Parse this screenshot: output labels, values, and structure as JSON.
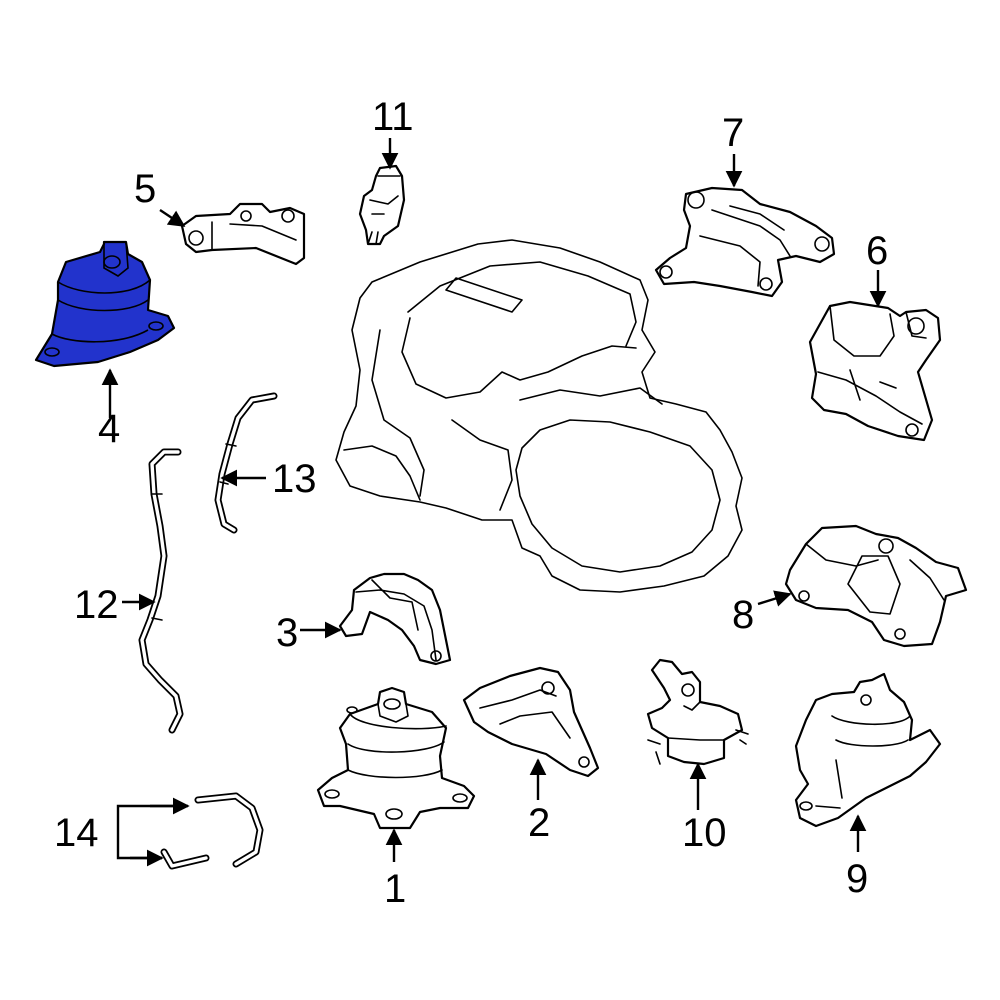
{
  "colors": {
    "highlight": "#2233cc",
    "line": "#000000",
    "background": "#ffffff"
  },
  "callouts": {
    "c1": "1",
    "c2": "2",
    "c3": "3",
    "c4": "4",
    "c5": "5",
    "c6": "6",
    "c7": "7",
    "c8": "8",
    "c9": "9",
    "c10": "10",
    "c11": "11",
    "c12": "12",
    "c13": "13",
    "c14": "14"
  },
  "highlighted_part": "4"
}
